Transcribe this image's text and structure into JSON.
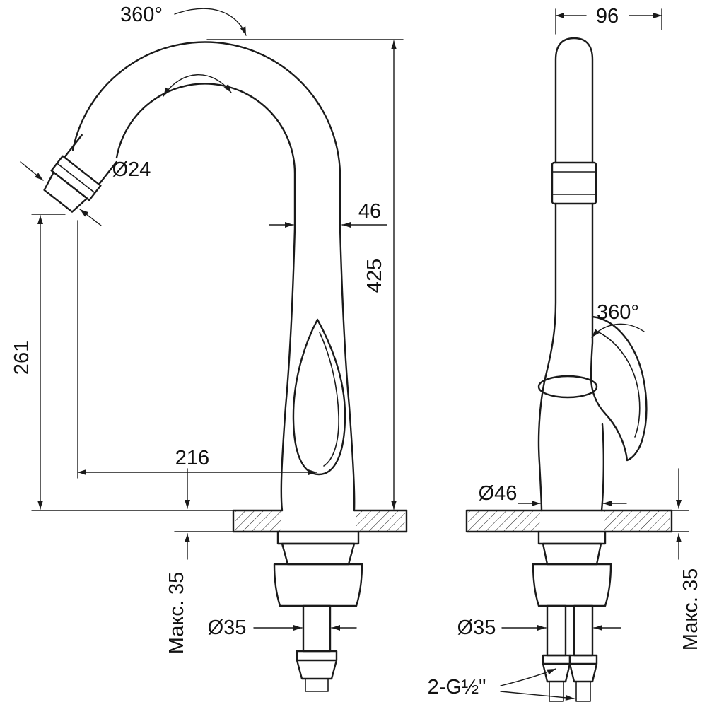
{
  "drawing": {
    "kind": "technical-dimension-drawing",
    "subject": "kitchen faucet, two projections",
    "background": "#ffffff",
    "line_color": "#1a1a1a",
    "front_view": {
      "swivel_label": "360°",
      "spout_tip_diameter": "Ø24",
      "spout_column_width": "46",
      "overall_height": "425",
      "outlet_height": "261",
      "spout_reach": "216",
      "max_deck_thickness": "Макс. 35",
      "mounting_hole_diameter": "Ø35"
    },
    "side_view": {
      "depth": "96",
      "handle_swivel_label": "360°",
      "body_diameter": "Ø46",
      "max_deck_thickness": "Макс. 35",
      "mounting_hole_diameter": "Ø35",
      "connection_thread": "2-G½\""
    }
  }
}
